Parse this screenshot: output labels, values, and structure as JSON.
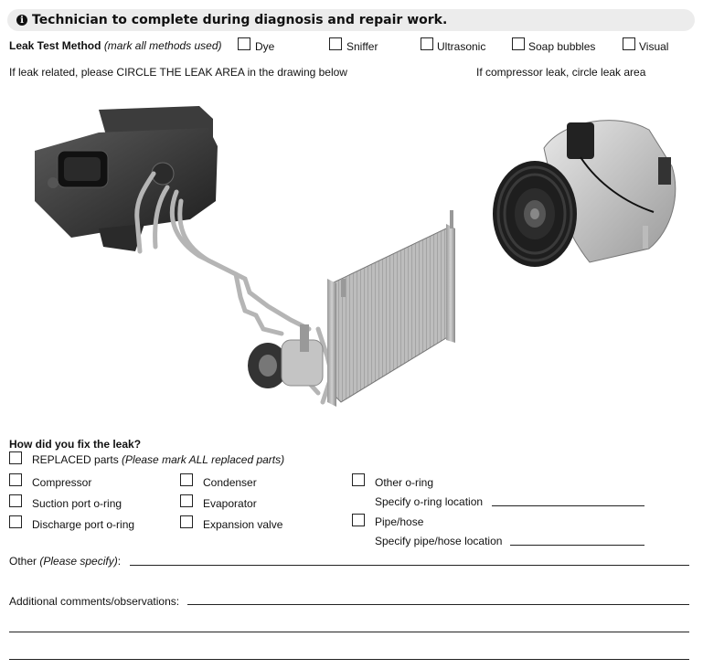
{
  "header": {
    "title": "Technician to complete during diagnosis and repair work."
  },
  "leak_test": {
    "label": "Leak Test Method",
    "note": "(mark all methods used)",
    "options": [
      "Dye",
      "Sniffer",
      "Ultrasonic",
      "Soap bubbles",
      "Visual"
    ]
  },
  "instructions": {
    "circle_area": "If leak related, please CIRCLE THE LEAK AREA in the drawing below",
    "compressor": "If compressor leak, circle leak area"
  },
  "fix": {
    "question": "How did you fix the leak?",
    "replaced_label": "REPLACED parts",
    "replaced_note": "(Please mark ALL replaced parts)",
    "col1": [
      "Compressor",
      "Suction port o-ring",
      "Discharge port o-ring"
    ],
    "col2": [
      "Condenser",
      "Evaporator",
      "Expansion valve"
    ],
    "other_oring": "Other o-ring",
    "specify_oring": "Specify o-ring location",
    "pipe_hose": "Pipe/hose",
    "specify_pipe": "Specify pipe/hose location"
  },
  "other": {
    "label": "Other",
    "note": "(Please specify)",
    "colon": ":"
  },
  "comments": {
    "label": "Additional comments/observations:"
  }
}
